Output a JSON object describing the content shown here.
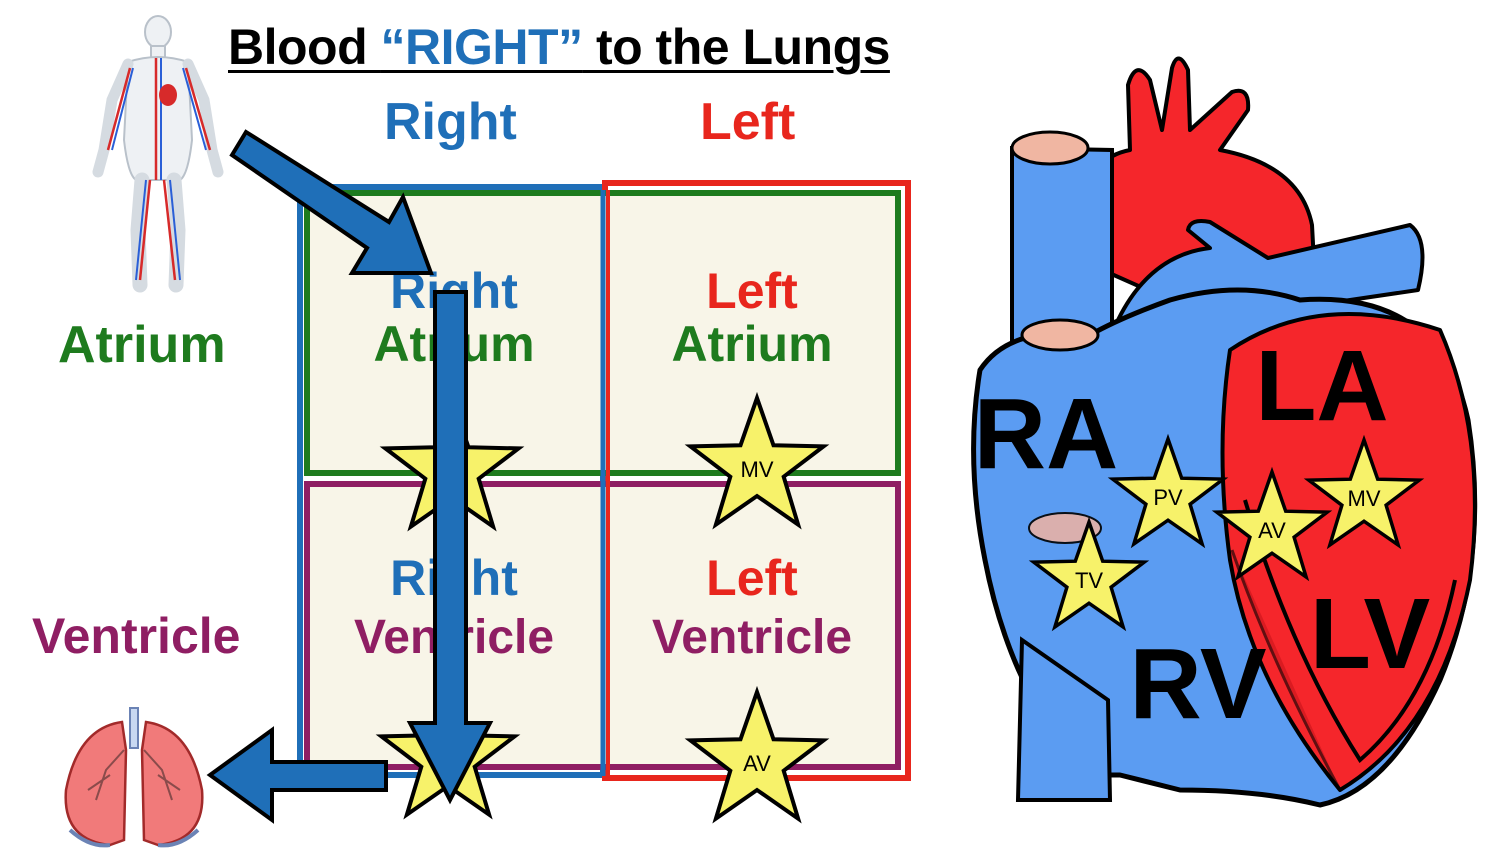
{
  "title": {
    "prefix": "Blood ",
    "highlight": "“RIGHT”",
    "suffix": " to the Lungs"
  },
  "columns": {
    "right": "Right",
    "left": "Left"
  },
  "rows": {
    "atrium": "Atrium",
    "ventricle": "Ventricle"
  },
  "cells": {
    "right_atrium": {
      "line1": "Right",
      "line2": "Atrium"
    },
    "left_atrium": {
      "line1": "Left",
      "line2": "Atrium"
    },
    "right_ventricle": {
      "line1": "Right",
      "line2": "Ventricle"
    },
    "left_ventricle": {
      "line1": "Left",
      "line2": "Ventricle"
    }
  },
  "grid_stars": {
    "mitral": "MV",
    "aortic": "AV"
  },
  "heart": {
    "chambers": {
      "ra": "RA",
      "la": "LA",
      "rv": "RV",
      "lv": "LV"
    },
    "valves": {
      "tv": "TV",
      "pv": "PV",
      "av": "AV",
      "mv": "MV"
    }
  },
  "colors": {
    "right_blue": "#1f6fb8",
    "left_red": "#e8261d",
    "atrium_green": "#1e7b1e",
    "ventricle_purple": "#8f1e63",
    "cell_fill": "#f8f5e8",
    "star_yellow": "#f7f26a",
    "heart_blue": "#5b9cf2",
    "heart_red": "#f5262b"
  },
  "icons": [
    "human-circulatory-figure-icon",
    "lungs-icon",
    "flow-arrow-icon",
    "valve-star-icon",
    "heart-anatomy-icon"
  ]
}
